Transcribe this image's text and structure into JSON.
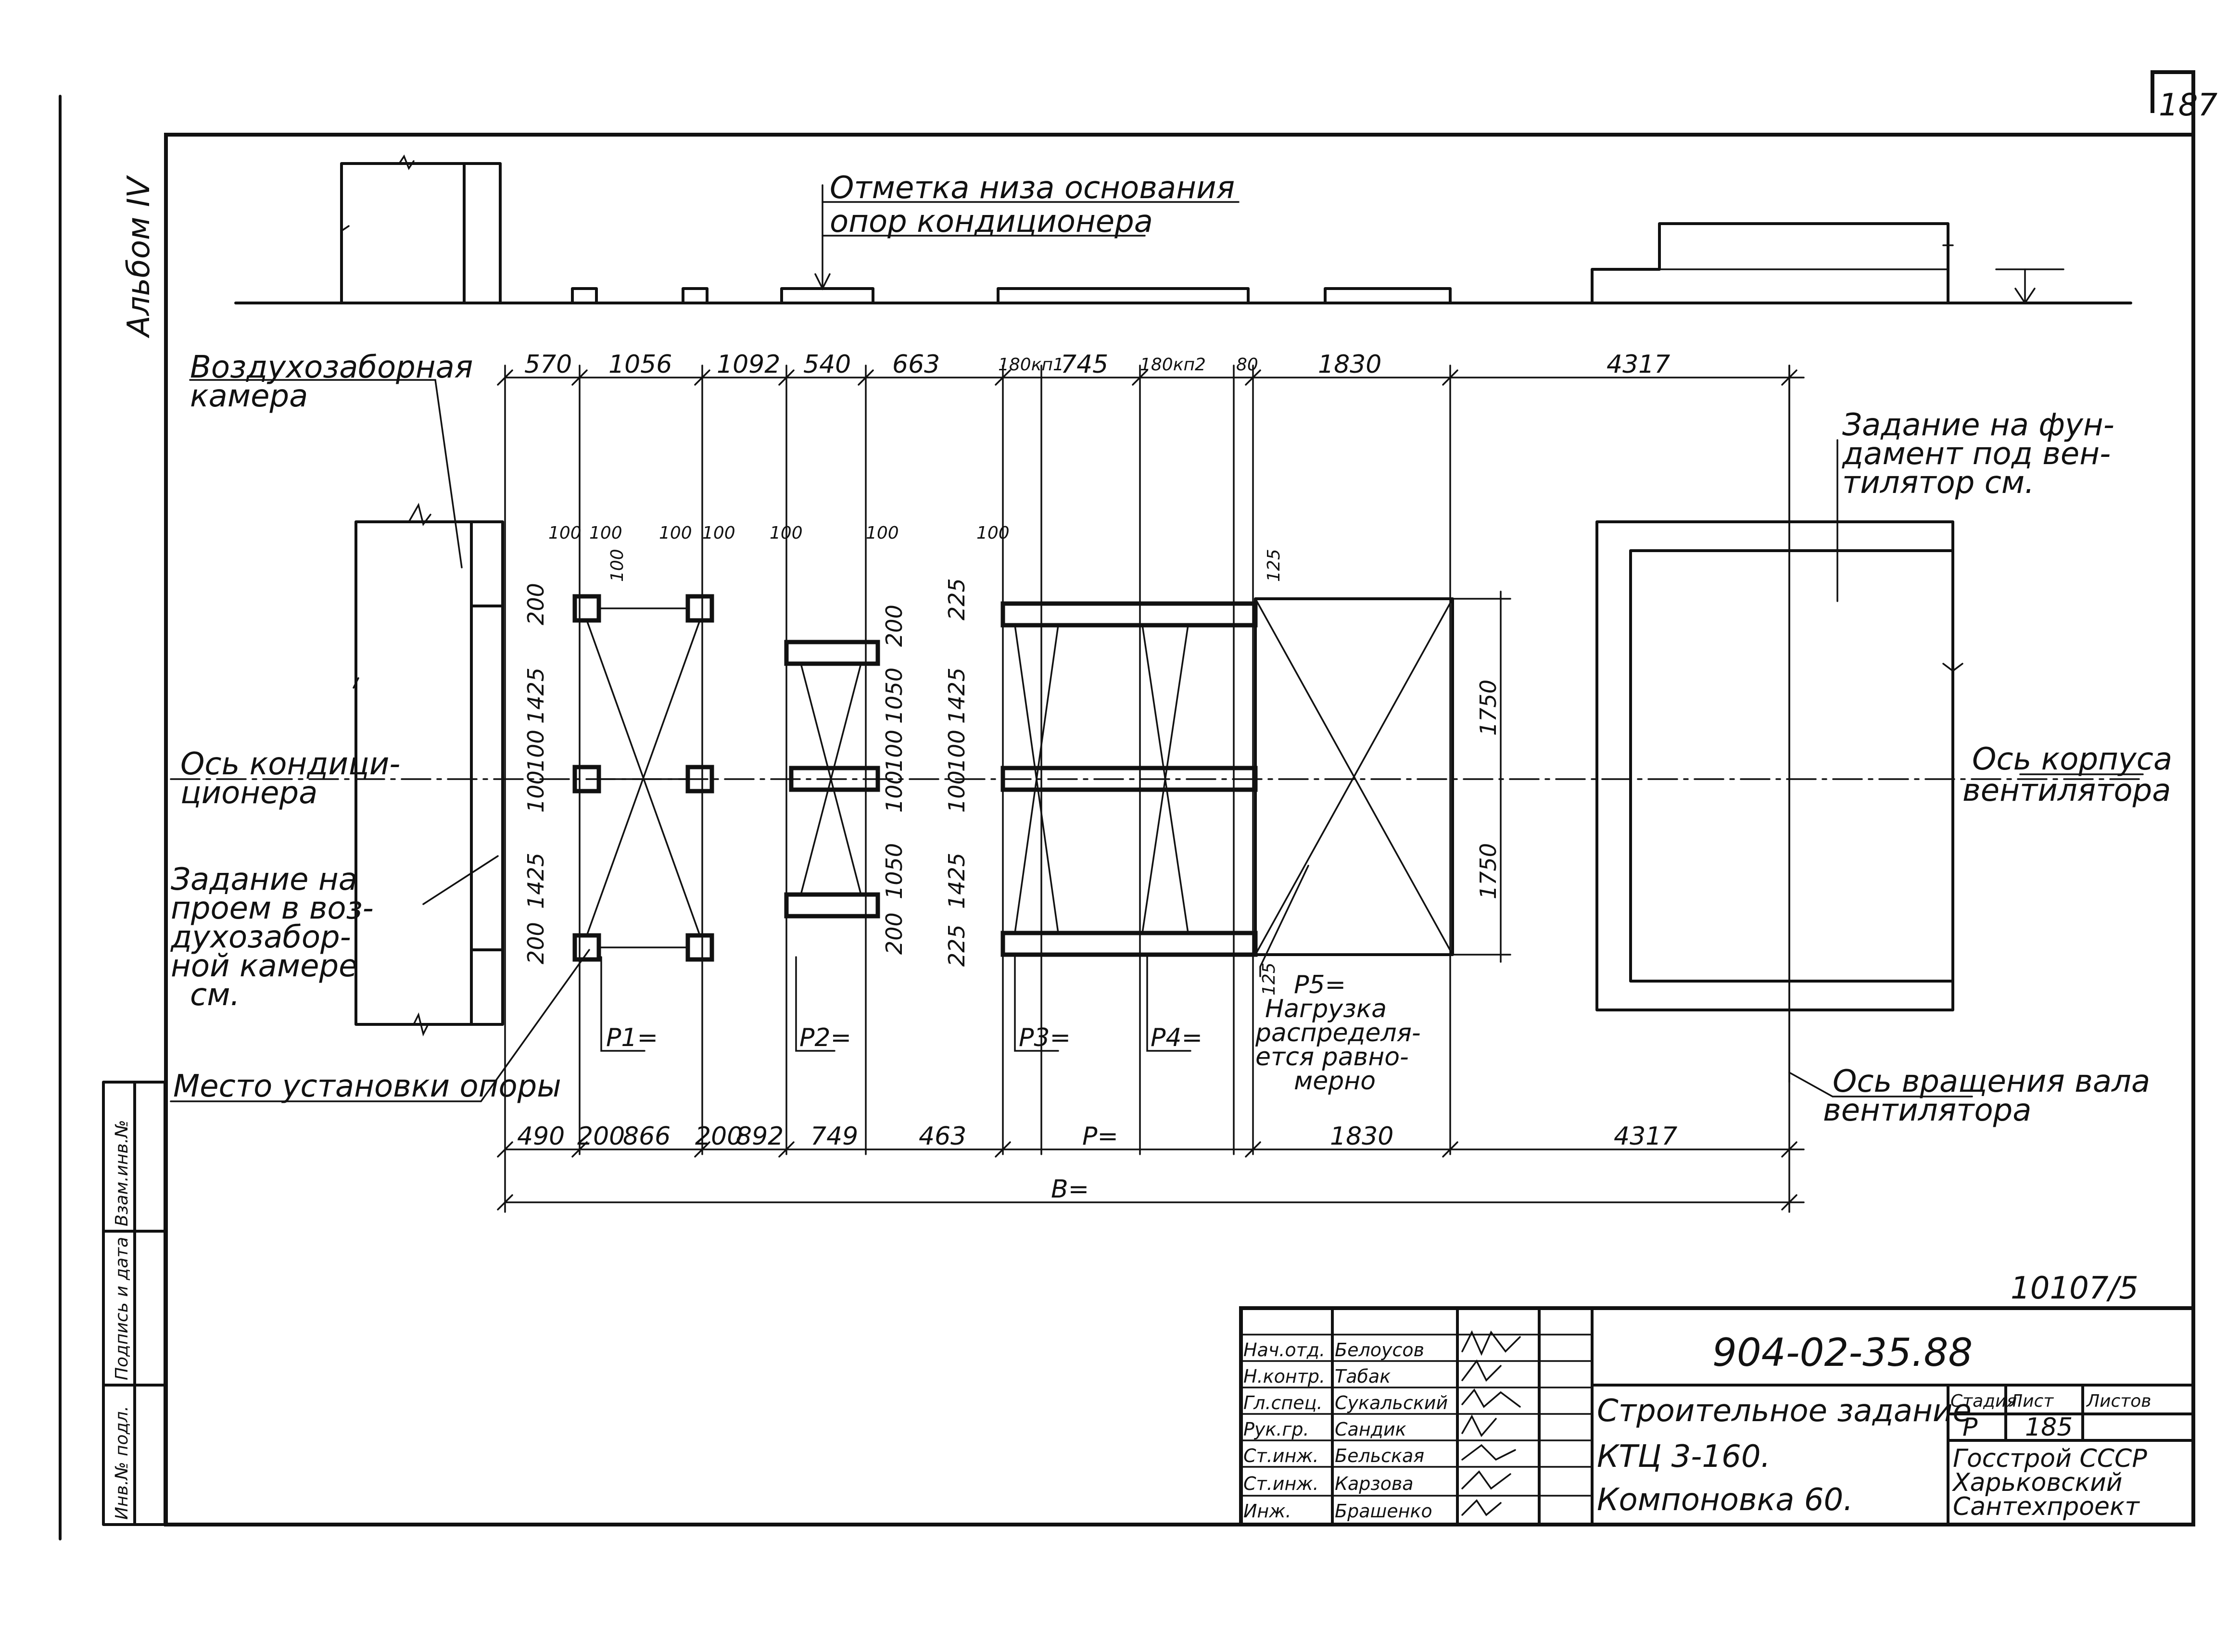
{
  "sheet_number": "187",
  "album": "Альбом IV",
  "drawing_code": "904-02-35.88",
  "copy_number": "10107/5",
  "labels": {
    "base_mark": [
      "Отметка низа основания",
      "опор кондиционера"
    ],
    "intake_chamber": [
      "Воздухозаборная",
      "камера"
    ],
    "foundation_task": [
      "Задание на фун-",
      "дамент под вен-",
      "тилятор см."
    ],
    "conditioner_axis": [
      "Ось кондици-",
      "ционера"
    ],
    "fan_body_axis": [
      "Ось корпуса",
      "вентилятора"
    ],
    "opening_task": [
      "Задание на",
      "проем в воз-",
      "духозабор-",
      "ной камере",
      "см."
    ],
    "support_place": "Место установки опоры",
    "fan_shaft_axis": [
      "Ось вращения вала",
      "вентилятора"
    ],
    "p5_note": [
      "P5=",
      "Нагрузка",
      "распределя-",
      "ется равно-",
      "мерно"
    ]
  },
  "loads": [
    "P1=",
    "P2=",
    "P3=",
    "P4="
  ],
  "top_dims": [
    "570",
    "1056",
    "1092",
    "540",
    "663",
    "180кп1",
    "745",
    "180кп2",
    "80",
    "1830",
    "4317"
  ],
  "bottom_dims": [
    "490",
    "200",
    "866",
    "200",
    "892",
    "749",
    "463",
    "P=",
    "1830",
    "4317"
  ],
  "total_dim": "B=",
  "small_dims": [
    "100",
    "100",
    "100",
    "100",
    "100",
    "100",
    "100",
    "100",
    "125",
    "125"
  ],
  "vertical_dims": {
    "group1": [
      "200",
      "1425",
      "100",
      "100",
      "1425",
      "200"
    ],
    "group2": [
      "200",
      "1050",
      "100",
      "100",
      "1050",
      "200"
    ],
    "group3": [
      "225",
      "1425",
      "100",
      "100",
      "1425",
      "225"
    ],
    "fan": [
      "1750",
      "1750"
    ]
  },
  "side_stamp": [
    "Инв.№ подл.",
    "Подпись и дата",
    "Взам.инв.№"
  ],
  "title_block": {
    "roles": [
      "Нач.отд.",
      "Н.контр.",
      "Гл.спец.",
      "Рук.гр.",
      "Ст.инж.",
      "Ст.инж.",
      "Инж."
    ],
    "names": [
      "Белоусов",
      "Табак",
      "Сукальский",
      "Сандик",
      "Бельская",
      "Карзова",
      "Брашенко"
    ],
    "title_lines": [
      "Строительное задание",
      "КТЦ 3-160.",
      "Компоновка 60."
    ],
    "stage_header": "Стадия",
    "sheet_header": "Лист",
    "sheets_header": "Листов",
    "stage": "Р",
    "sheet": "185",
    "org_lines": [
      "Госстрой СССР",
      "Харьковский",
      "Сантехпроект"
    ]
  }
}
